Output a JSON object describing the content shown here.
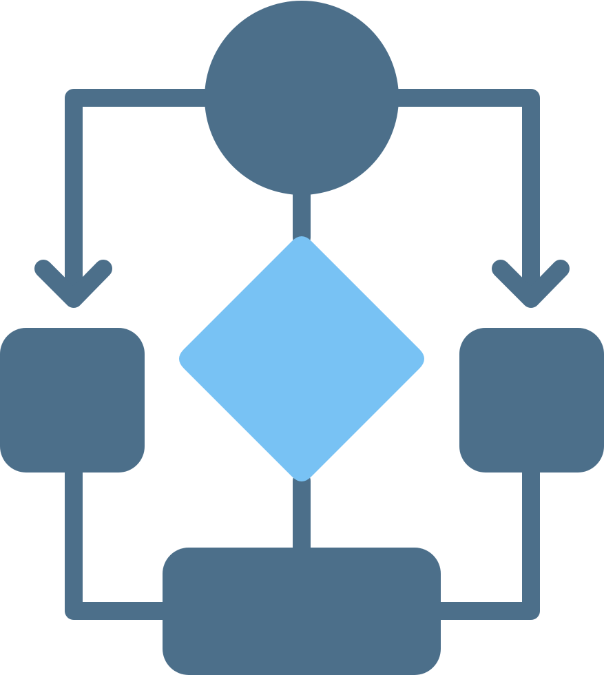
{
  "icon": {
    "name": "flowchart-icon",
    "colors": {
      "primary": "#4C6F8A",
      "accent": "#78C2F4",
      "background": "#FFFFFF"
    },
    "shapes": [
      {
        "name": "start-circle-node",
        "kind": "circle",
        "color": "primary"
      },
      {
        "name": "decision-diamond-node",
        "kind": "diamond",
        "color": "accent"
      },
      {
        "name": "left-process-box",
        "kind": "rounded-square",
        "color": "primary"
      },
      {
        "name": "right-process-box",
        "kind": "rounded-square",
        "color": "primary"
      },
      {
        "name": "end-process-box",
        "kind": "rounded-rectangle",
        "color": "primary"
      }
    ],
    "connectors": [
      {
        "name": "left-arrow-connector",
        "from": "start-circle-node",
        "to": "left-process-box",
        "arrow": true
      },
      {
        "name": "right-arrow-connector",
        "from": "start-circle-node",
        "to": "right-process-box",
        "arrow": true
      },
      {
        "name": "top-center-connector",
        "from": "start-circle-node",
        "to": "decision-diamond-node",
        "arrow": false
      },
      {
        "name": "bottom-center-connector",
        "from": "decision-diamond-node",
        "to": "end-process-box",
        "arrow": false
      },
      {
        "name": "left-bottom-connector",
        "from": "left-process-box",
        "to": "end-process-box",
        "arrow": false
      },
      {
        "name": "right-bottom-connector",
        "from": "right-process-box",
        "to": "end-process-box",
        "arrow": false
      }
    ]
  }
}
